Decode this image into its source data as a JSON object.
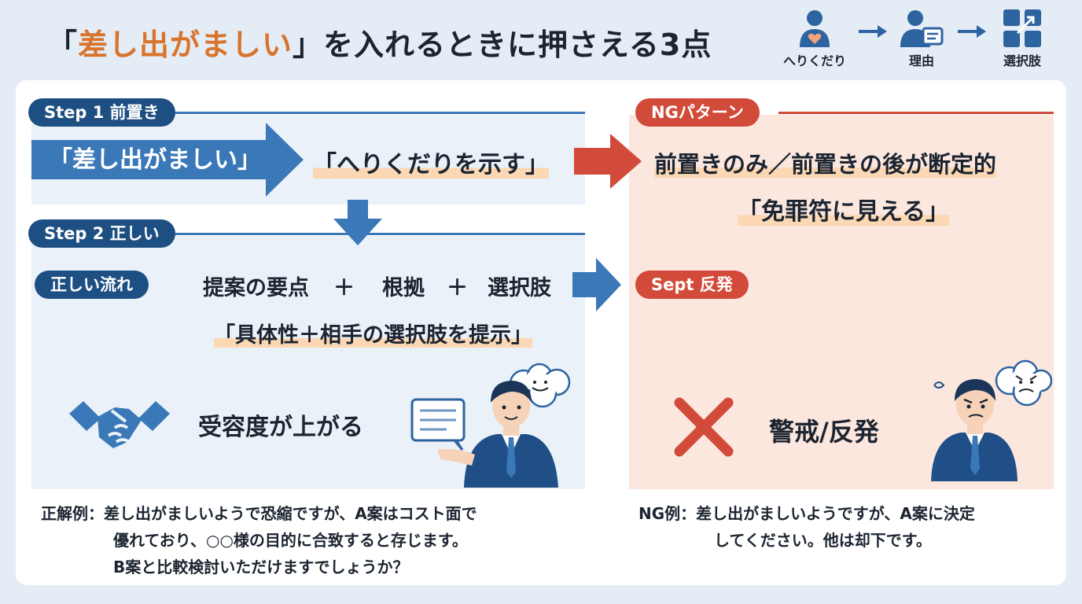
{
  "header": {
    "title_open": "「",
    "title_accent": "差し出がましい",
    "title_rest": "」を入れるときに押さえる3点",
    "steps": [
      {
        "label": "へりくだり",
        "icon": "person-heart-icon"
      },
      {
        "label": "理由",
        "icon": "person-document-icon"
      },
      {
        "label": "選択肢",
        "icon": "options-grid-icon"
      }
    ]
  },
  "left": {
    "step1": {
      "pill": "Step 1 前置き",
      "banner": "「差し出がましい」",
      "result": "「へりくだりを示す」"
    },
    "step2": {
      "pill": "Step 2 正しい",
      "flow_pill": "正しい流れ",
      "flow_parts": [
        "提案の要点",
        "＋",
        "根拠",
        "＋",
        "選択肢"
      ],
      "summary": "「具体性＋相手の選択肢を提示」"
    },
    "outcome": "受容度が上がる",
    "example_lines": [
      "正解例：差し出がましいようで恐縮ですが、A案はコスト面で",
      "優れており、○○様の目的に合致すると存じます。",
      "B案と比較検討いただけますでしょうか？"
    ]
  },
  "right": {
    "ng_pill": "NGパターン",
    "ng_text": "前置きのみ／前置きの後が断定的",
    "ng_quote": "「免罪符に見える」",
    "sept_pill": "Sept 反発",
    "outcome": "警戒/反発",
    "example_lines": [
      "NG例：差し出がましいようですが、A案に決定",
      "してください。他は却下です。"
    ]
  },
  "colors": {
    "accent_orange": "#d9742c",
    "navy": "#1e4f82",
    "blue": "#3a78b8",
    "red": "#d24b3a",
    "panel_blue": "#eaf1f8",
    "panel_red": "#fbe7de",
    "highlight": "#fcd7b3"
  }
}
